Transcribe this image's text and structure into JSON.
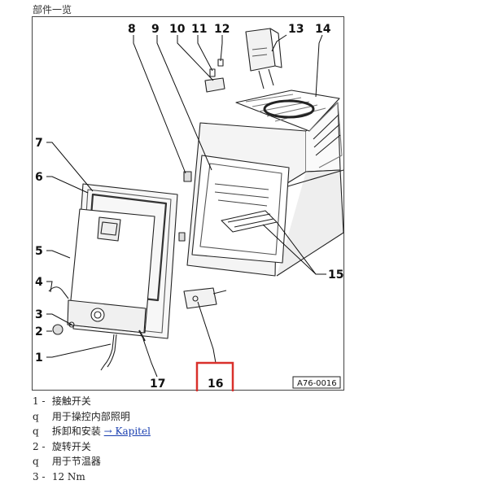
{
  "heading": "部件一览",
  "figure": {
    "code": "A76-0016",
    "callouts": [
      "1",
      "2",
      "3",
      "4",
      "5",
      "6",
      "7",
      "8",
      "9",
      "10",
      "11",
      "12",
      "13",
      "14",
      "15",
      "16",
      "17"
    ],
    "highlight_color": "#d9302b"
  },
  "legend": [
    {
      "marker": "1 -",
      "text": "接触开关"
    },
    {
      "marker": "q",
      "text": "用于操控内部照明"
    },
    {
      "marker": "q",
      "text": "拆卸和安装",
      "link": "→ Kapitel"
    },
    {
      "marker": "2 -",
      "text": "旋转开关"
    },
    {
      "marker": "q",
      "text": "用于节温器"
    },
    {
      "marker": "3 -",
      "text": "12 Nm"
    }
  ]
}
